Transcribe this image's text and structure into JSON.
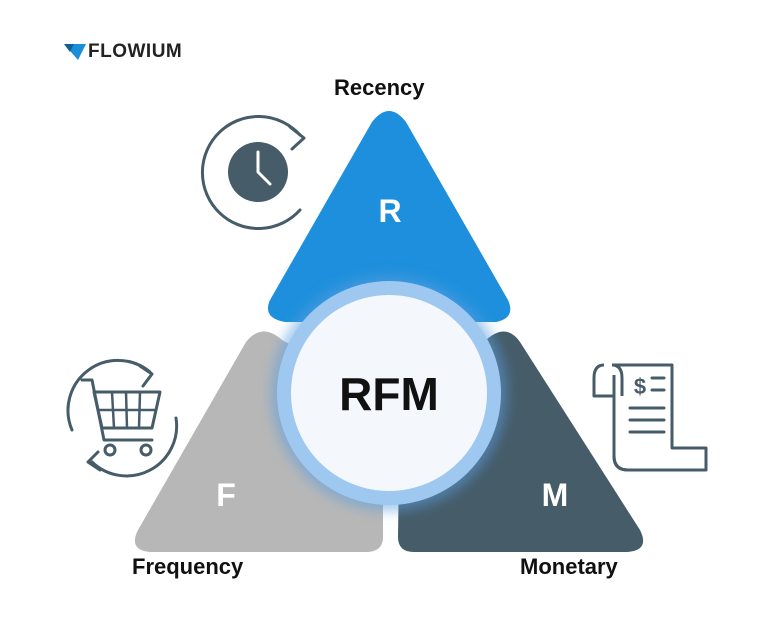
{
  "brand": {
    "name": "FLOWIUM",
    "mark_color": "#1a8fd8"
  },
  "diagram": {
    "center_label": "RFM",
    "segments": [
      {
        "key": "recency",
        "letter": "R",
        "label": "Recency",
        "color": "#1d8fdc",
        "icon": "clock-refresh-icon"
      },
      {
        "key": "frequency",
        "letter": "F",
        "label": "Frequency",
        "color": "#b7b7b7",
        "icon": "shopping-cart-refresh-icon"
      },
      {
        "key": "monetary",
        "letter": "M",
        "label": "Monetary",
        "color": "#465c69",
        "icon": "invoice-receipt-icon"
      }
    ]
  }
}
